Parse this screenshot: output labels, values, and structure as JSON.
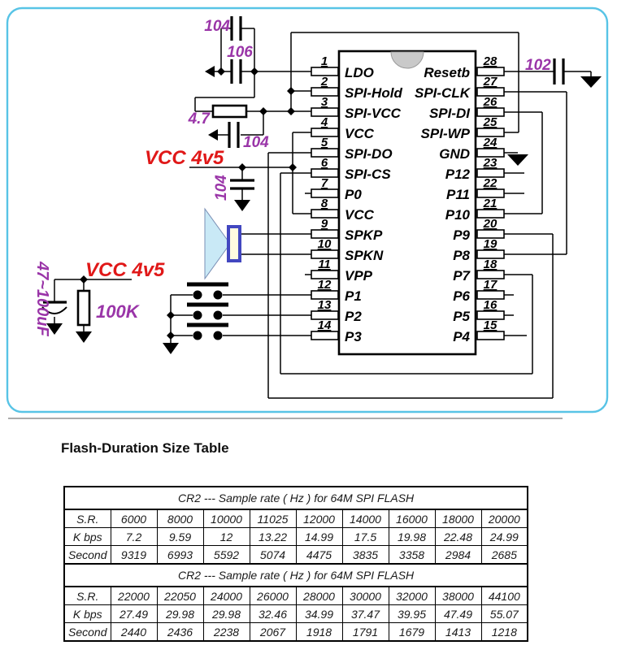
{
  "schematic": {
    "frame_color": "#58c4e6",
    "label_color": "#9a35a8",
    "vcc_color": "#e01818",
    "speaker_cone_color": "#c9e9f6",
    "speaker_driver_border": "#4247c0",
    "component_labels": {
      "cap_top": "104",
      "cap_mid": "106",
      "res_series": "4.7",
      "cap_low": "104",
      "vcc_rail_top": "VCC 4v5",
      "cap_vcc": "104",
      "cap_reset": "102",
      "vcc_rail_bottom": "VCC 4v5",
      "cap_electrolytic": "47~100uF",
      "res_pullup": "100K"
    },
    "chip": {
      "left_pins": [
        {
          "num": "1",
          "name": "LDO"
        },
        {
          "num": "2",
          "name": "SPI-Hold"
        },
        {
          "num": "3",
          "name": "SPI-VCC"
        },
        {
          "num": "4",
          "name": "VCC"
        },
        {
          "num": "5",
          "name": "SPI-DO"
        },
        {
          "num": "6",
          "name": "SPI-CS"
        },
        {
          "num": "7",
          "name": "P0"
        },
        {
          "num": "8",
          "name": "VCC"
        },
        {
          "num": "9",
          "name": "SPKP"
        },
        {
          "num": "10",
          "name": "SPKN"
        },
        {
          "num": "11",
          "name": "VPP"
        },
        {
          "num": "12",
          "name": "P1"
        },
        {
          "num": "13",
          "name": "P2"
        },
        {
          "num": "14",
          "name": "P3"
        }
      ],
      "right_pins": [
        {
          "num": "28",
          "name": "Resetb"
        },
        {
          "num": "27",
          "name": "SPI-CLK"
        },
        {
          "num": "26",
          "name": "SPI-DI"
        },
        {
          "num": "25",
          "name": "SPI-WP"
        },
        {
          "num": "24",
          "name": "GND"
        },
        {
          "num": "23",
          "name": "P12"
        },
        {
          "num": "22",
          "name": "P11"
        },
        {
          "num": "21",
          "name": "P10"
        },
        {
          "num": "20",
          "name": "P9"
        },
        {
          "num": "19",
          "name": "P8"
        },
        {
          "num": "18",
          "name": "P7"
        },
        {
          "num": "17",
          "name": "P6"
        },
        {
          "num": "16",
          "name": "P5"
        },
        {
          "num": "15",
          "name": "P4"
        }
      ]
    }
  },
  "section_title": "Flash-Duration Size Table",
  "tables": [
    {
      "header": "CR2 --- Sample rate ( Hz ) for 64M SPI FLASH",
      "rows": [
        [
          "S.R.",
          "6000",
          "8000",
          "10000",
          "11025",
          "12000",
          "14000",
          "16000",
          "18000",
          "20000"
        ],
        [
          "K bps",
          "7.2",
          "9.59",
          "12",
          "13.22",
          "14.99",
          "17.5",
          "19.98",
          "22.48",
          "24.99"
        ],
        [
          "Second",
          "9319",
          "6993",
          "5592",
          "5074",
          "4475",
          "3835",
          "3358",
          "2984",
          "2685"
        ]
      ]
    },
    {
      "header": "CR2 --- Sample rate ( Hz ) for 64M SPI FLASH",
      "rows": [
        [
          "S.R.",
          "22000",
          "22050",
          "24000",
          "26000",
          "28000",
          "30000",
          "32000",
          "38000",
          "44100"
        ],
        [
          "K bps",
          "27.49",
          "29.98",
          "29.98",
          "32.46",
          "34.99",
          "37.47",
          "39.95",
          "47.49",
          "55.07"
        ],
        [
          "Second",
          "2440",
          "2436",
          "2238",
          "2067",
          "1918",
          "1791",
          "1679",
          "1413",
          "1218"
        ]
      ]
    }
  ]
}
